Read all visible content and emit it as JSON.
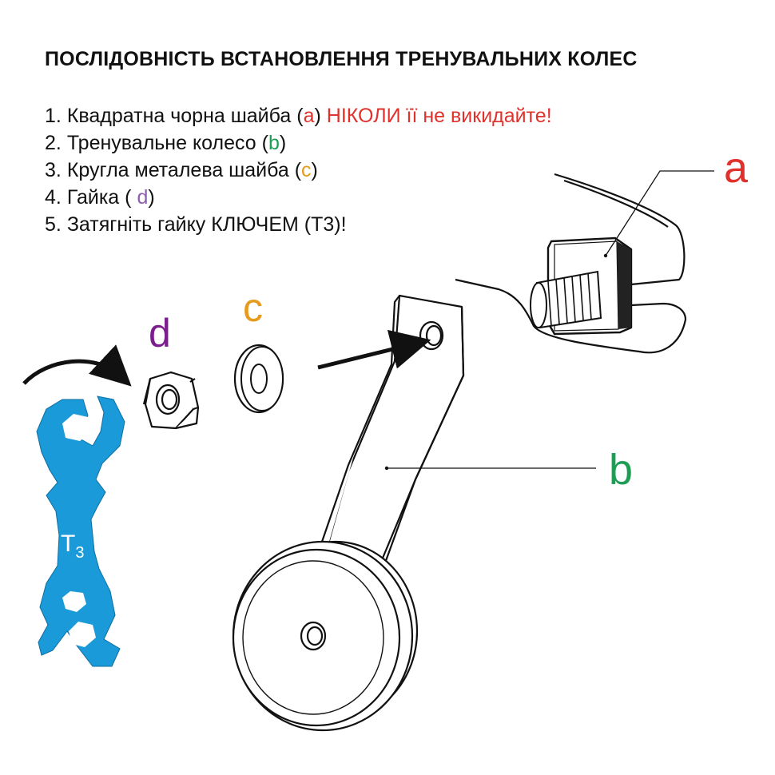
{
  "title": "ПОСЛІДОВНІСТЬ ВСТАНОВЛЕННЯ ТРЕНУВАЛЬНИХ КОЛЕС",
  "steps": [
    {
      "num": "1.",
      "text": "Квадратна чорна шайба (",
      "ref": "a",
      "after": ")",
      "warning": "НІКОЛИ її не викидайте!"
    },
    {
      "num": "2.",
      "text": "Тренувальне колесо (",
      "ref": "b",
      "after": ")"
    },
    {
      "num": "3.",
      "text": "Кругла металева шайба (",
      "ref": "c",
      "after": ")"
    },
    {
      "num": "4.",
      "text": "Гайка ( ",
      "ref": "d",
      "after": ")"
    },
    {
      "num": "5.",
      "text": "Затягніть гайку КЛЮЧЕМ (Т3)!"
    }
  ],
  "labels": {
    "a": "a",
    "b": "b",
    "c": "c",
    "d": "d"
  },
  "wrench_label": {
    "main": "T",
    "sub": "3"
  },
  "colors": {
    "a": "#e0322c",
    "b": "#1f9d55",
    "c": "#e69a1e",
    "d": "#8e5fb1",
    "label_d_big": "#7b1f8f",
    "wrench": "#1a9ad9",
    "line": "#111111"
  },
  "icons": [
    "wrench-icon",
    "nut-icon",
    "washer-icon",
    "square-washer-icon",
    "bolt-icon",
    "rotate-arrow-icon",
    "insert-arrow-icon",
    "training-wheel-icon"
  ]
}
